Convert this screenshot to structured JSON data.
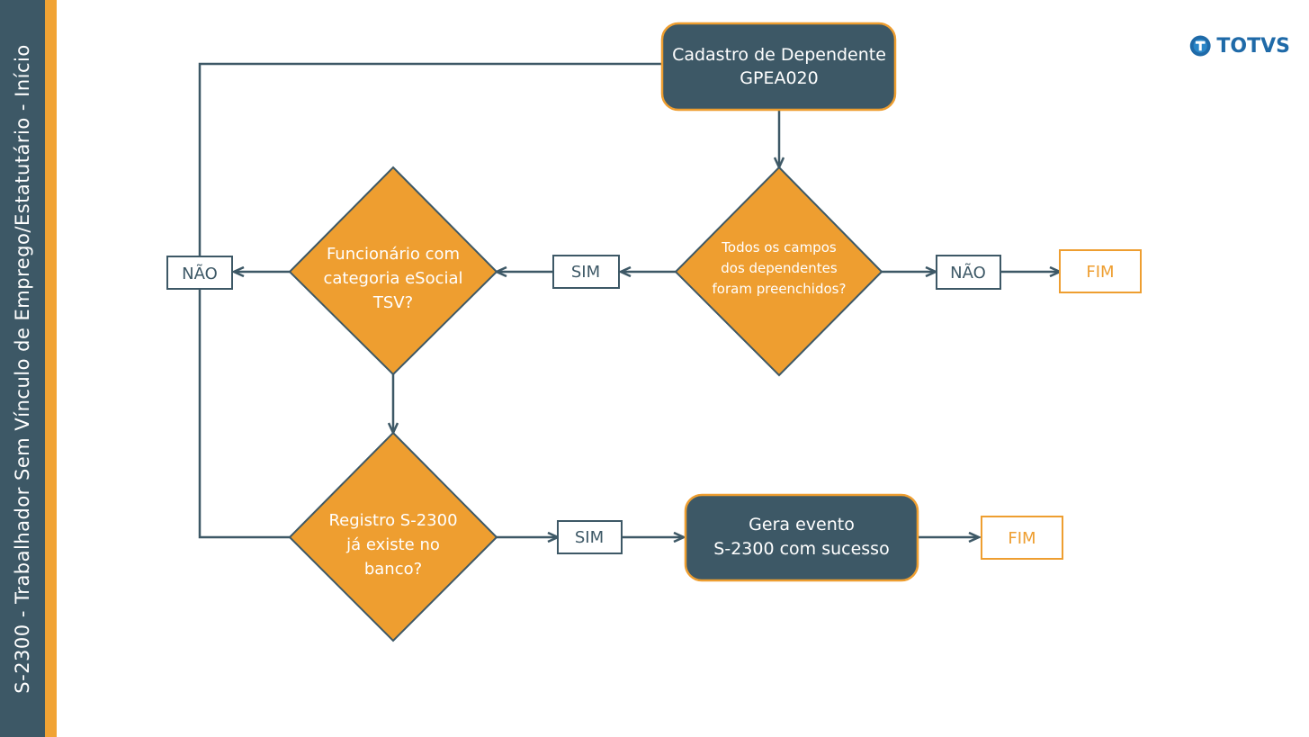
{
  "sidebar": {
    "title": "S-2300 - Trabalhador Sem Vínculo de Emprego/Estatutário - Início"
  },
  "logo": {
    "text": "TOTVS",
    "icon": "totvs-logo-icon"
  },
  "colors": {
    "dark": "#3d5866",
    "orange": "#ee9e30",
    "stripe": "#f1a334",
    "white": "#ffffff"
  },
  "nodes": {
    "cadastro": {
      "line1": "Cadastro de Dependente",
      "line2": "GPEA020"
    },
    "todos_campos": {
      "line1": "Todos os campos",
      "line2": "dos dependentes",
      "line3": "foram preenchidos?"
    },
    "funcionario": {
      "line1": "Funcionário com",
      "line2": "categoria eSocial",
      "line3": "TSV?"
    },
    "registro": {
      "line1": "Registro S-2300",
      "line2": "já existe no",
      "line3": "banco?"
    },
    "gera_evento": {
      "line1": "Gera evento",
      "line2": "S-2300 com sucesso"
    },
    "sim_top": "SIM",
    "nao_left": "NÃO",
    "nao_right": "NÃO",
    "fim_top": "FIM",
    "sim_bottom": "SIM",
    "fim_bottom": "FIM"
  }
}
